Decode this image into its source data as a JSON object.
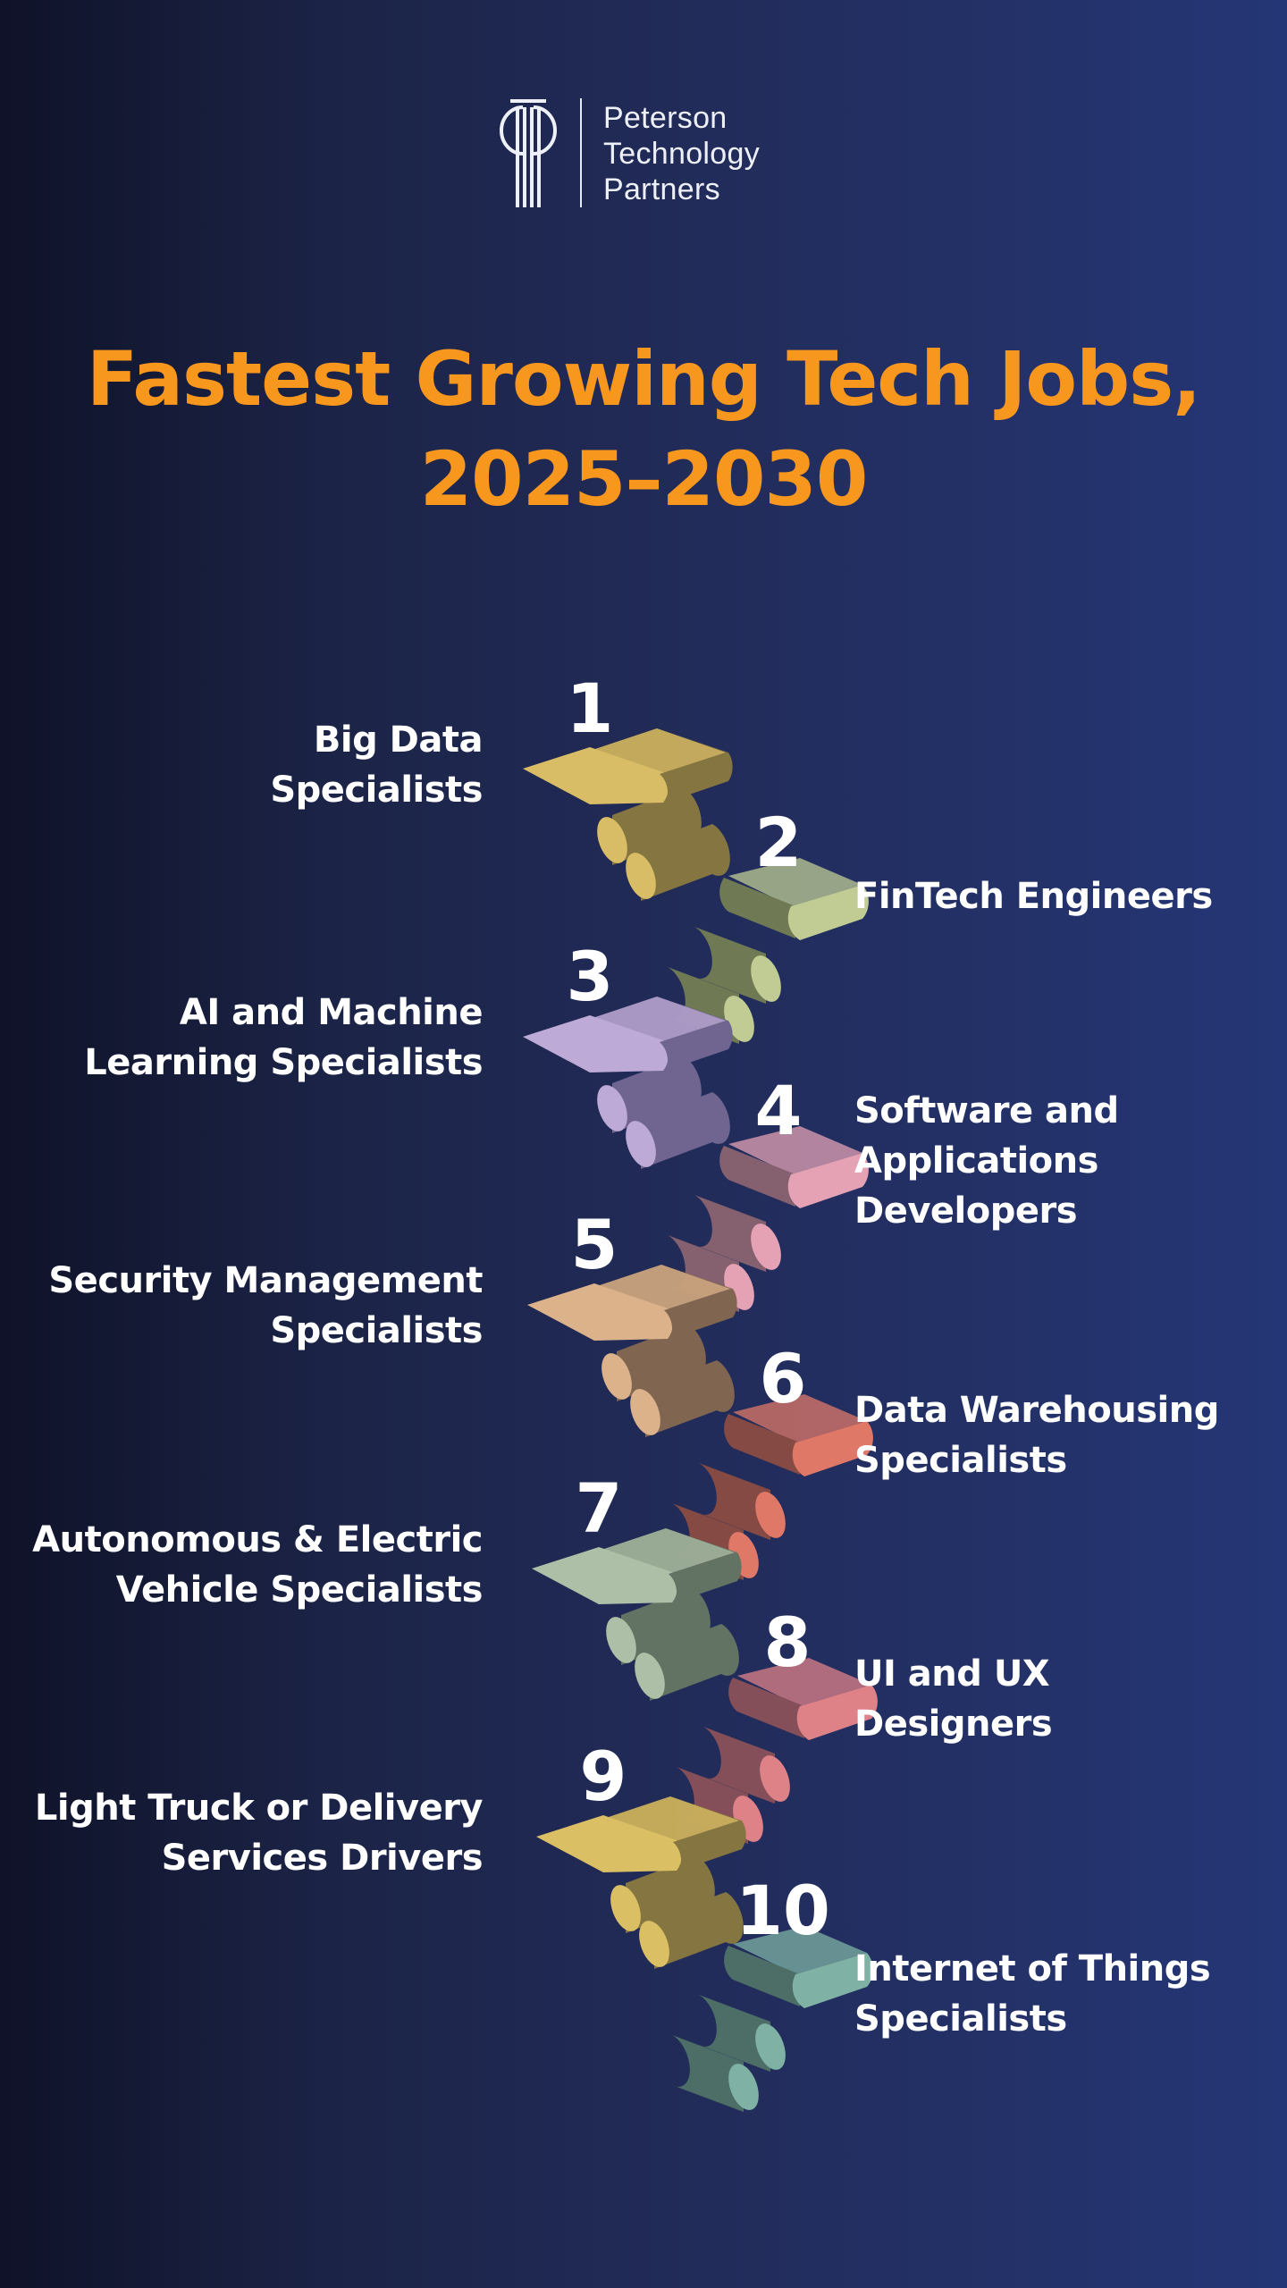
{
  "brand": {
    "name_lines": [
      "Peterson",
      "Technology",
      "Partners"
    ],
    "logo_icon": "ptp-monogram-icon",
    "color": "#eef0f7"
  },
  "title": {
    "lines": [
      "Fastest Growing Tech Jobs,",
      "2025–2030"
    ],
    "color": "#f7971e"
  },
  "background": {
    "left": "#0f1228",
    "right": "#253676"
  },
  "jobs": [
    {
      "rank": "1",
      "side": "left",
      "lines": [
        "Big Data",
        "Specialists"
      ],
      "color": "#d9bd66",
      "dark": "#857540"
    },
    {
      "rank": "2",
      "side": "right",
      "lines": [
        "FinTech Engineers"
      ],
      "color": "#c0cc94",
      "dark": "#6f7a55"
    },
    {
      "rank": "3",
      "side": "left",
      "lines": [
        "AI and Machine",
        "Learning Specialists"
      ],
      "color": "#bdaad6",
      "dark": "#6f6590"
    },
    {
      "rank": "4",
      "side": "right",
      "lines": [
        "Software and",
        "Applications",
        "Developers"
      ],
      "color": "#e4a2b4",
      "dark": "#85606e"
    },
    {
      "rank": "5",
      "side": "left",
      "lines": [
        "Security Management",
        "Specialists"
      ],
      "color": "#dcb28a",
      "dark": "#806651"
    },
    {
      "rank": "6",
      "side": "right",
      "lines": [
        "Data Warehousing",
        "Specialists"
      ],
      "color": "#e07868",
      "dark": "#844a43"
    },
    {
      "rank": "7",
      "side": "left",
      "lines": [
        "Autonomous & Electric",
        "Vehicle Specialists"
      ],
      "color": "#adbfa6",
      "dark": "#627263"
    },
    {
      "rank": "8",
      "side": "right",
      "lines": [
        "UI and UX",
        "Designers"
      ],
      "color": "#df8288",
      "dark": "#844f58"
    },
    {
      "rank": "9",
      "side": "left",
      "lines": [
        "Light Truck or Delivery",
        "Services Drivers"
      ],
      "color": "#dbbf64",
      "dark": "#857540"
    },
    {
      "rank": "10",
      "side": "right",
      "lines": [
        "Internet of Things",
        "Specialists"
      ],
      "color": "#7fb1a4",
      "dark": "#4c6e66"
    }
  ]
}
